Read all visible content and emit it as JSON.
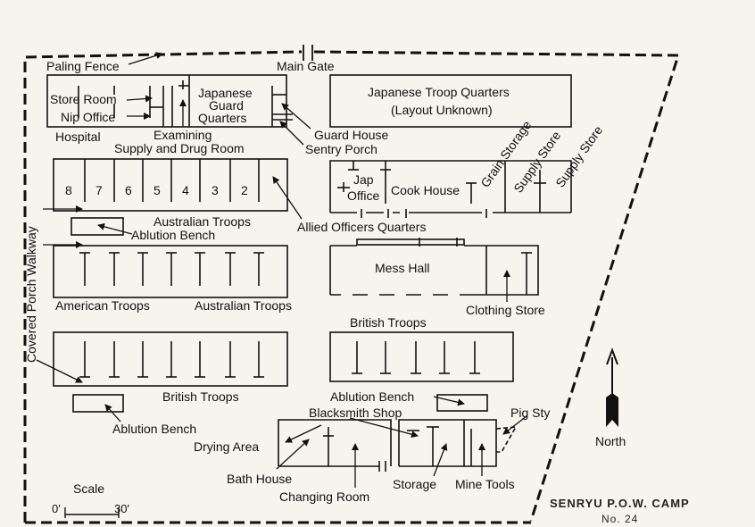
{
  "map": {
    "title": "SENRYU P.O.W. CAMP",
    "number": "No. 24",
    "north": "North",
    "scale": {
      "label": "Scale",
      "start": "0′",
      "end": "30′"
    },
    "labels": {
      "paling_fence": "Paling Fence",
      "main_gate": "Main Gate",
      "japanese_troop_quarters": "Japanese Troop Quarters",
      "layout_unknown": "(Layout Unknown)",
      "store_room": "Store Room",
      "nip_office": "Nip Office",
      "japanese": "Japanese",
      "guard": "Guard",
      "quarters": "Quarters",
      "hospital": "Hospital",
      "examining": "Examining",
      "guard_house": "Guard House",
      "sentry_porch": "Sentry Porch",
      "supply_drug_room": "Supply and Drug Room",
      "grain_storage": "Grain Storage",
      "supply_store_1": "Supply Store",
      "supply_store_2": "Supply Store",
      "jap": "Jap",
      "office": "Office",
      "cook_house": "Cook House",
      "australian_troops_1": "Australian Troops",
      "allied_officers_quarters": "Allied Officers Quarters",
      "ablution_bench_1": "Ablution Bench",
      "covered_porch_walkway": "Covered Porch Walkway",
      "mess_hall": "Mess Hall",
      "american_troops": "American Troops",
      "australian_troops_2": "Australian Troops",
      "clothing_store": "Clothing Store",
      "british_troops_1": "British Troops",
      "british_troops_2": "British Troops",
      "ablution_bench_2": "Ablution Bench",
      "ablution_bench_3": "Ablution Bench",
      "blacksmith_shop": "Blacksmith Shop",
      "pig_sty": "Pig Sty",
      "drying_area": "Drying Area",
      "bath_house": "Bath House",
      "changing_room": "Changing Room",
      "storage": "Storage",
      "mine_tools": "Mine Tools"
    },
    "room_numbers": [
      "8",
      "7",
      "6",
      "5",
      "4",
      "3",
      "2"
    ]
  }
}
